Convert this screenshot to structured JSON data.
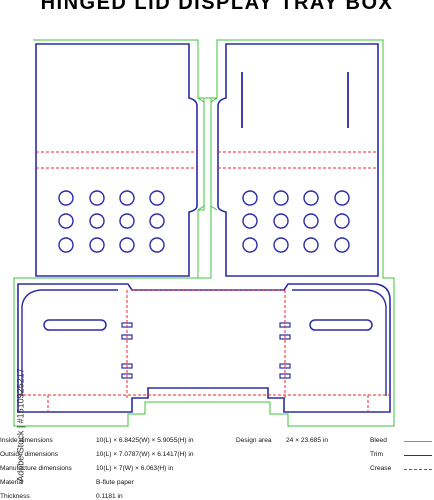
{
  "title": "HINGED LID DISPLAY TRAY BOX",
  "colors": {
    "bleed": "#3cc43c",
    "trim": "#2b2ba8",
    "crease": "#e8242c"
  },
  "specs": {
    "inside_label": "Inside dimensions",
    "inside_value": "10(L) × 6.8425(W) × 5.9055(H) in",
    "outside_label": "Outside dimensions",
    "outside_value": "10(L) × 7.0787(W) × 6.1417(H) in",
    "manufacture_label": "Manufacture dimensions",
    "manufacture_value": "10(L) × 7(W) × 6.063(H) in",
    "material_label": "Material",
    "material_value": "B-flute paper",
    "thickness_label": "Thickness",
    "thickness_value": "0.1181 in",
    "design_area_label": "Design area",
    "design_area_value": "24 × 23.685 in"
  },
  "legend": [
    {
      "label": "Bleed",
      "style": "solid",
      "color_key": "bleed"
    },
    {
      "label": "Trim",
      "style": "solid",
      "color_key": "trim"
    },
    {
      "label": "Crease",
      "style": "dashed",
      "color_key": "crease"
    }
  ],
  "side_id": "Adobe Stock | #1510925217"
}
